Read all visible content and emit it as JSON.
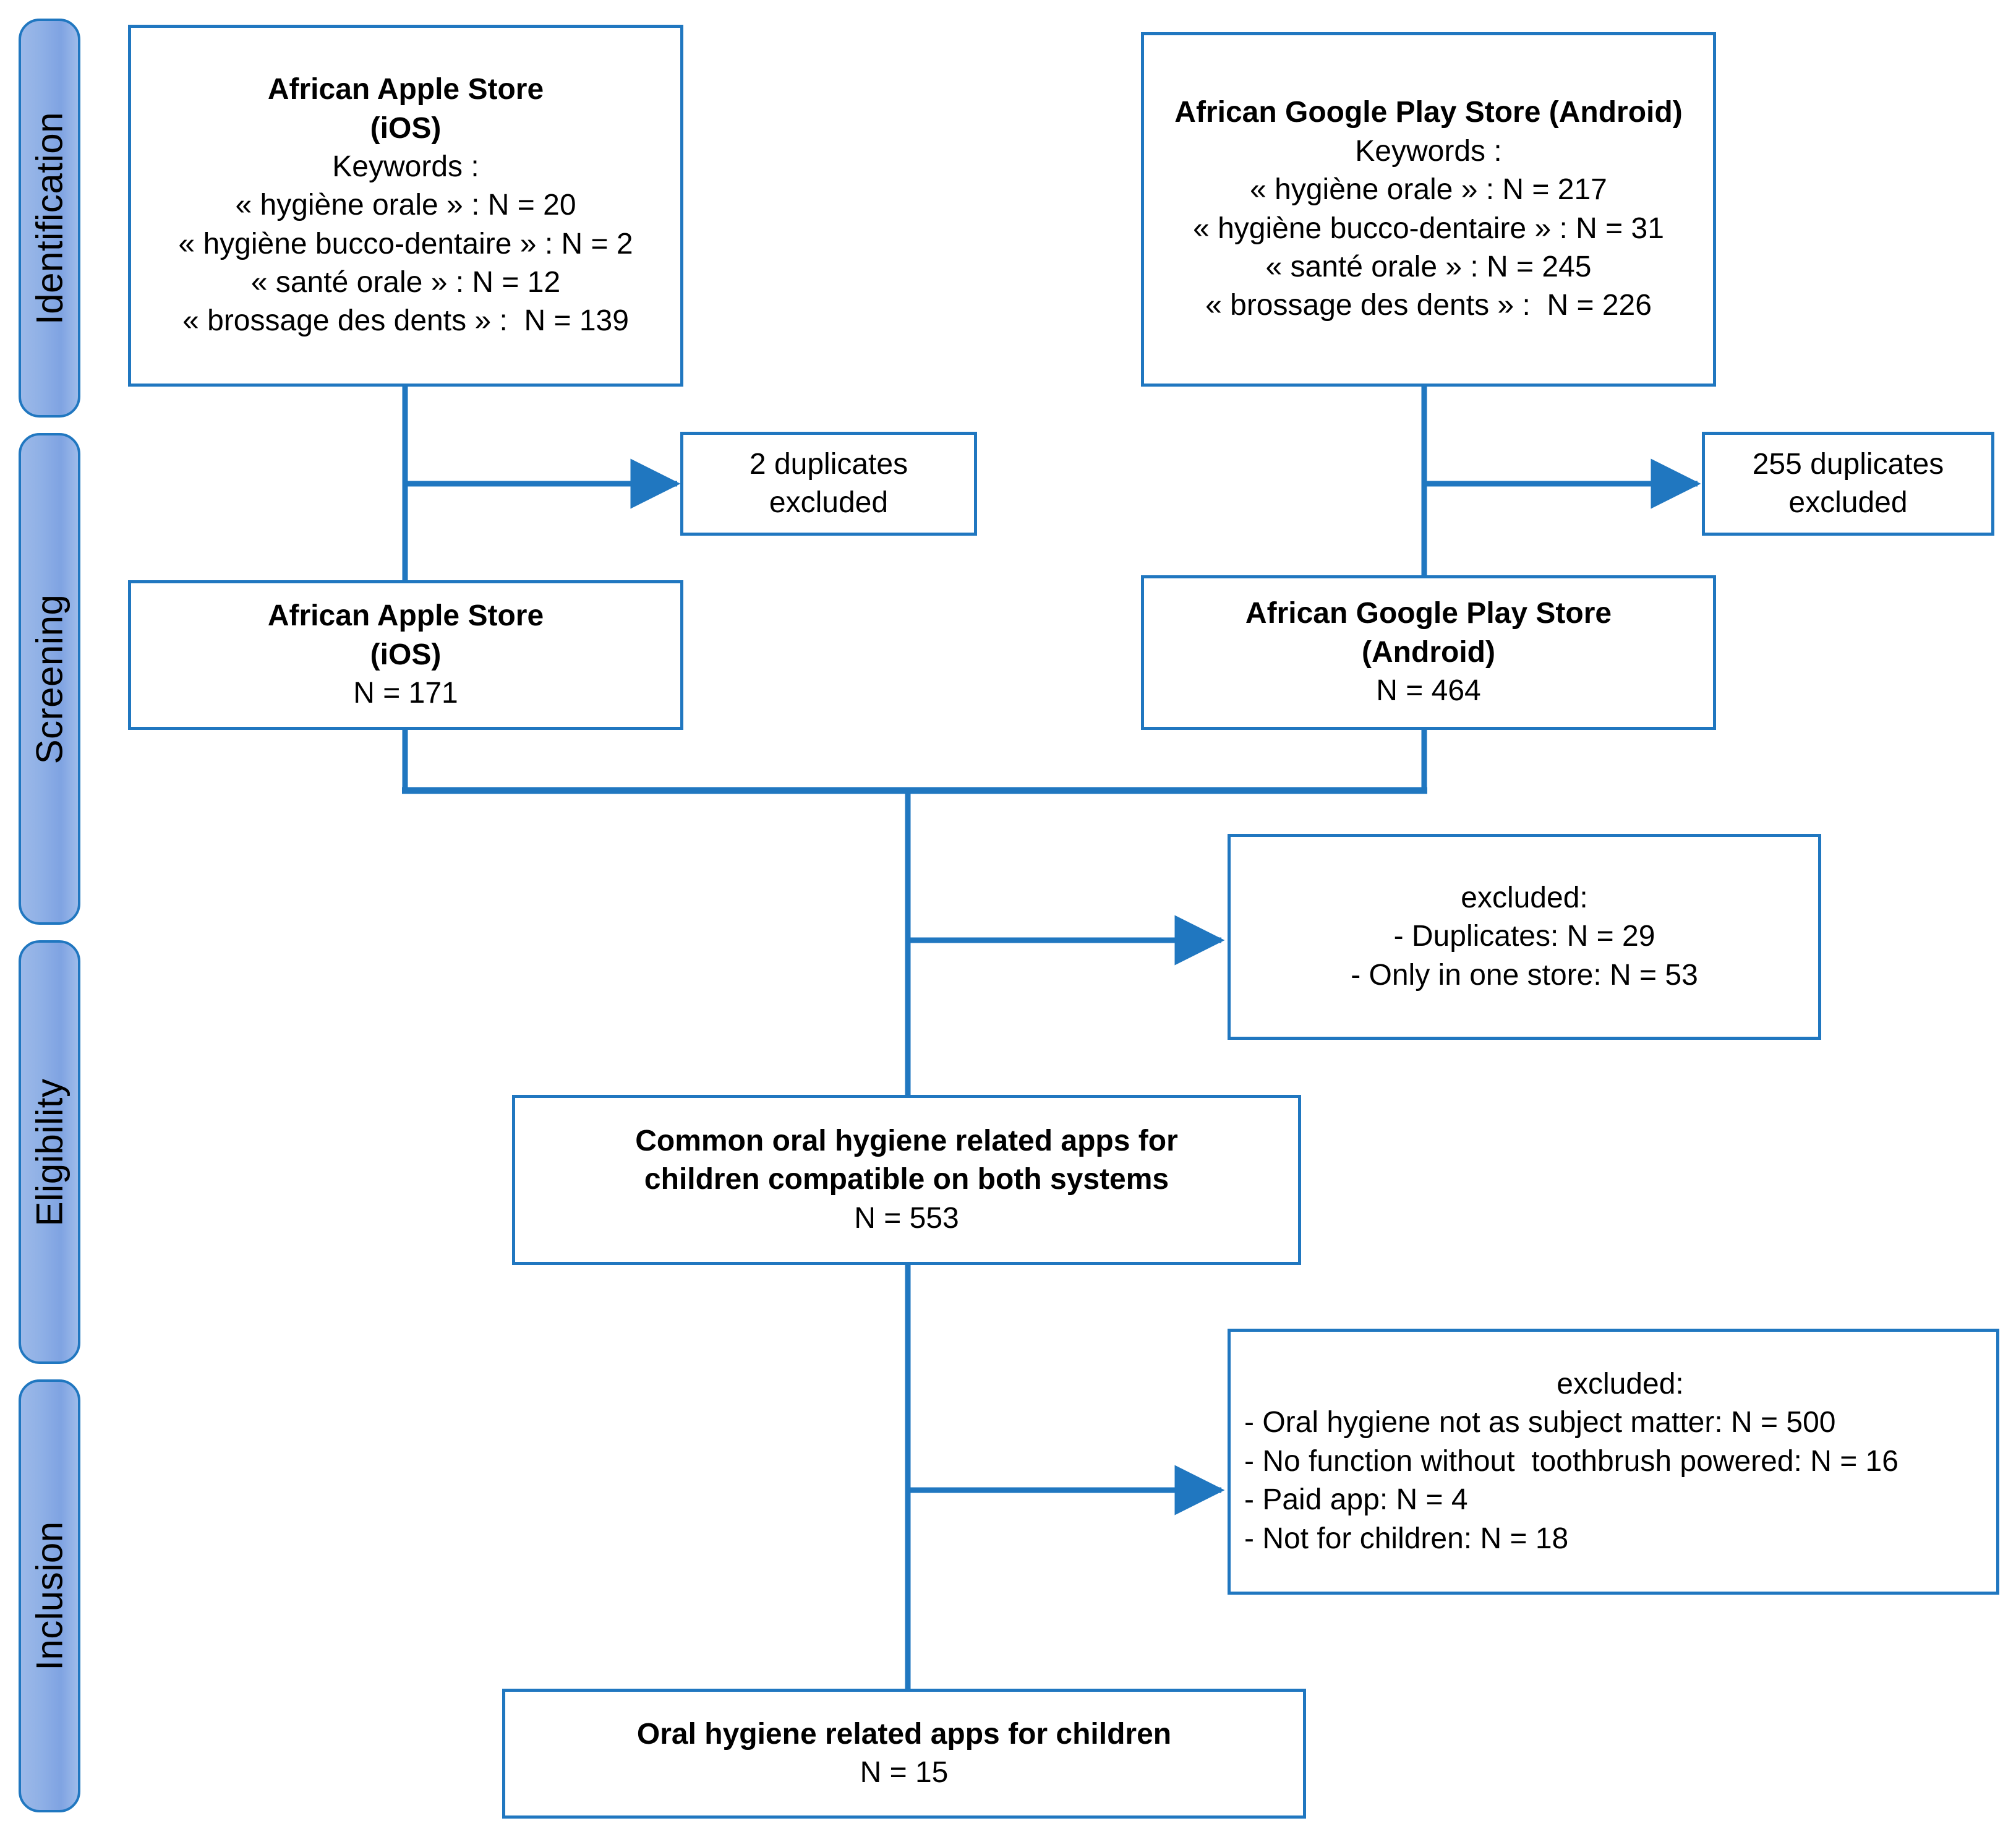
{
  "diagram": {
    "type": "prisma-flow-diagram",
    "accent_color": "#2077c0",
    "tab_fill": "#8fb0e6",
    "stages": [
      {
        "label": "Identification"
      },
      {
        "label": "Screening"
      },
      {
        "label": "Eligibility"
      },
      {
        "label": "Inclusion"
      }
    ],
    "boxes": {
      "ios_identification": {
        "lines": [
          "African Apple Store",
          "(iOS)",
          "Keywords :",
          "« hygiène orale » : N = 20",
          "« hygiène bucco-dentaire » : N = 2",
          "« santé orale » : N = 12",
          "« brossage des dents » :  N = 139"
        ]
      },
      "android_identification": {
        "lines": [
          "African Google Play Store (Android)",
          "Keywords :",
          "« hygiène orale » : N = 217",
          "« hygiène bucco-dentaire » : N = 31",
          "« santé orale » : N = 245",
          "« brossage des dents » :  N = 226"
        ]
      },
      "ios_duplicates": {
        "lines": [
          "2 duplicates",
          "excluded"
        ]
      },
      "android_duplicates": {
        "lines": [
          "255 duplicates",
          "excluded"
        ]
      },
      "ios_screening": {
        "lines": [
          "African Apple Store",
          "(iOS)",
          "N = 171"
        ]
      },
      "android_screening": {
        "lines": [
          "African Google Play Store",
          "(Android)",
          "N = 464"
        ]
      },
      "eligibility_excluded": {
        "lines": [
          "excluded:",
          "- Duplicates: N = 29",
          "- Only in one store: N = 53"
        ]
      },
      "common_apps": {
        "lines": [
          "Common oral hygiene related apps for",
          "children compatible on both systems",
          "N = 553"
        ]
      },
      "inclusion_excluded": {
        "lines": [
          "excluded:",
          "- Oral hygiene not as subject matter: N = 500",
          "- No function without  toothbrush powered: N = 16",
          "- Paid app: N = 4",
          "- Not for children: N = 18"
        ]
      },
      "final_included": {
        "lines": [
          "Oral hygiene related apps for children",
          "N = 15"
        ]
      }
    }
  }
}
